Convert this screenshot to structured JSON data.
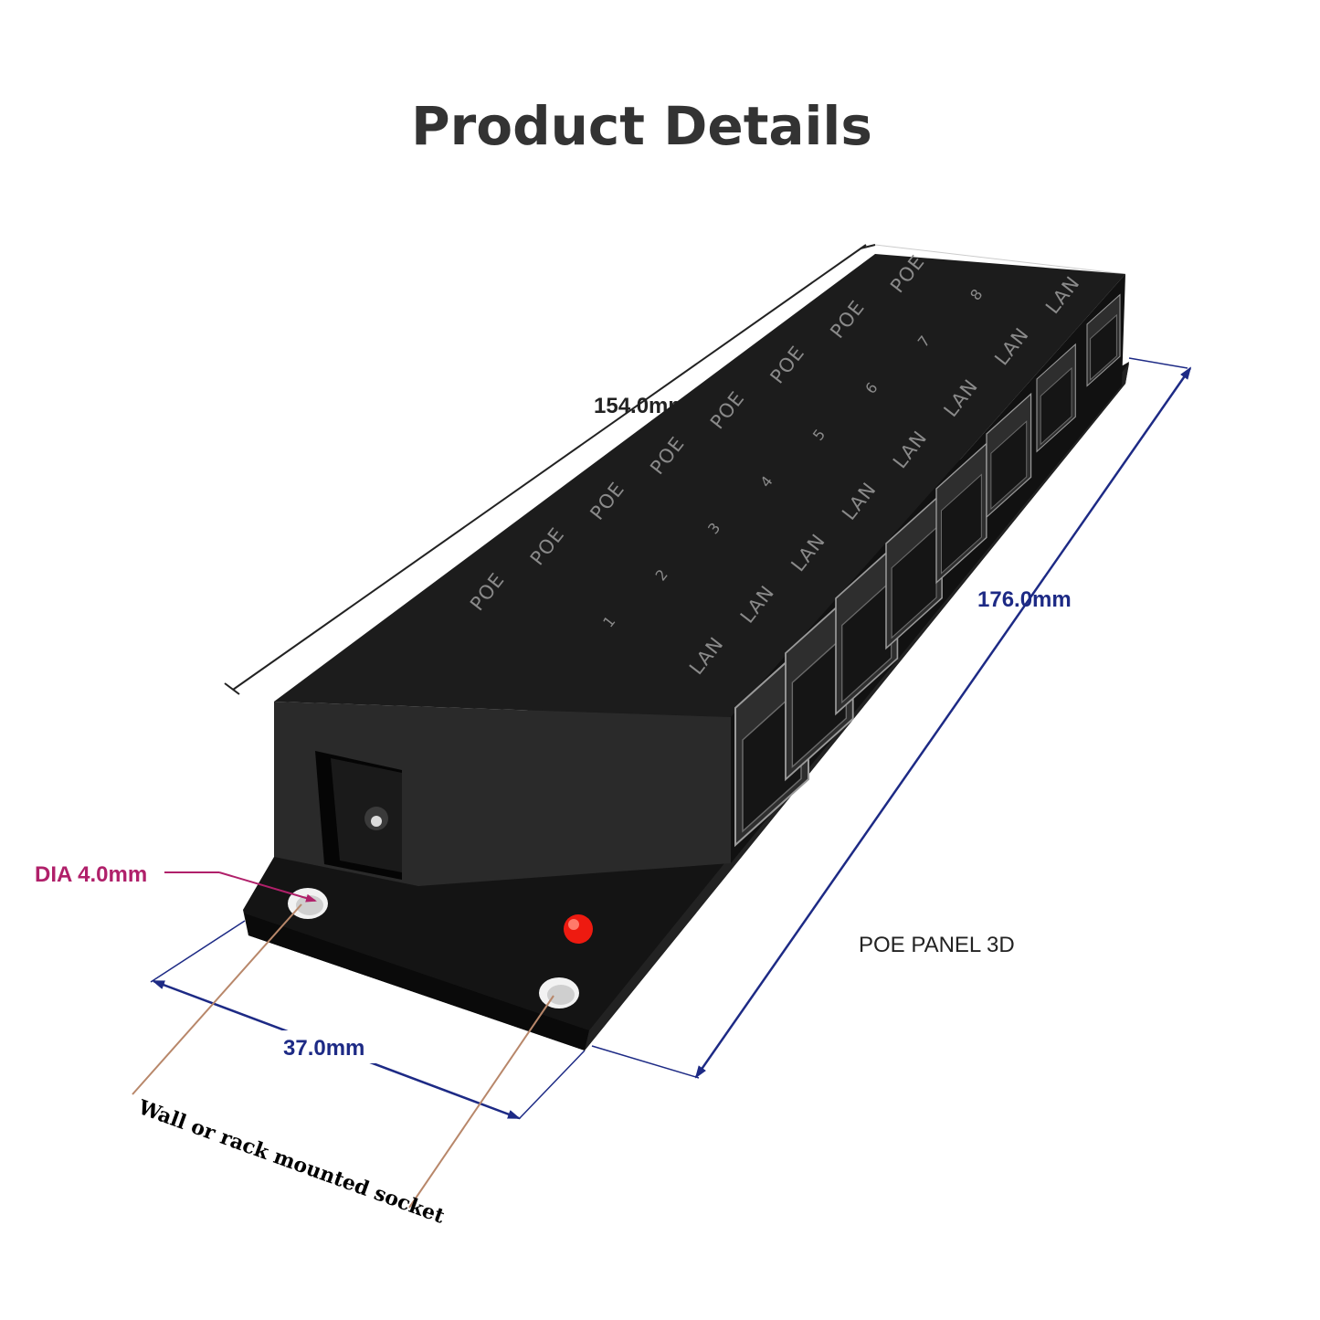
{
  "title": "Product Details",
  "dimensions": {
    "top_length": "154.0mm",
    "base_length": "176.0mm",
    "width": "37.0mm",
    "hole_diameter": "DIA 4.0mm"
  },
  "model_caption": "POE PANEL 3D",
  "mount_note": "Wall or rack mounted socket",
  "device": {
    "top_labels": {
      "poe": "POE",
      "lan": "LAN",
      "ports": [
        "1",
        "2",
        "3",
        "4",
        "5",
        "6",
        "7",
        "8"
      ]
    },
    "colors": {
      "body": "#1a1a1a",
      "led": "#ee1a10",
      "dimension_line": "#1d2a85",
      "annotation_pink": "#b0206a",
      "leader": "#b8876a"
    }
  }
}
